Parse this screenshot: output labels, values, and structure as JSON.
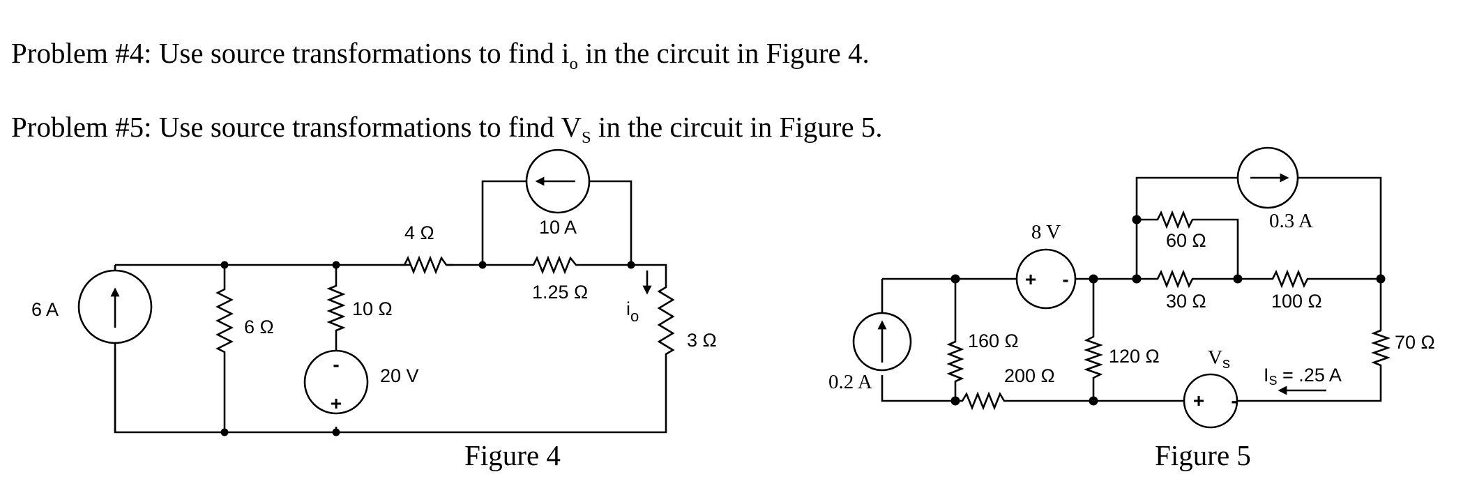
{
  "problem4": {
    "prefix": "Problem #4: Use source transformations to find i",
    "sub": "o",
    "suffix": " in the circuit in Figure 4."
  },
  "problem5": {
    "prefix": "Problem #5: Use source transformations to find V",
    "sub": "S",
    "suffix": " in the circuit in Figure 5."
  },
  "figure4": {
    "caption": "Figure 4",
    "current_source_left": "6 A",
    "r6": "6 Ω",
    "r10": "10 Ω",
    "r4": "4 Ω",
    "current_source_top": "10 A",
    "r125": "1.25  Ω",
    "r3": "3 Ω",
    "vsrc": "20 V",
    "vsrc_top_sign": "-",
    "vsrc_bottom_sign": "+",
    "io_main": "i",
    "io_sub": "o"
  },
  "figure5": {
    "caption": "Figure 5",
    "current_source_left": "0.2 A",
    "r160": "160 Ω",
    "r200": "200 Ω",
    "vsrc8": "8 V",
    "vsrc8_plus": "+",
    "vsrc8_minus": "-",
    "r120": "120 Ω",
    "r60": "60 Ω",
    "r30": "30 Ω",
    "current_source_top": "0.3 A",
    "r100": "100 Ω",
    "r70": "70 Ω",
    "vs_main": "V",
    "vs_sub": "s",
    "vs_plus": "+",
    "vs_minus": "-",
    "is_main": "I",
    "is_sub": "S",
    "is_value": " = .25 A"
  }
}
